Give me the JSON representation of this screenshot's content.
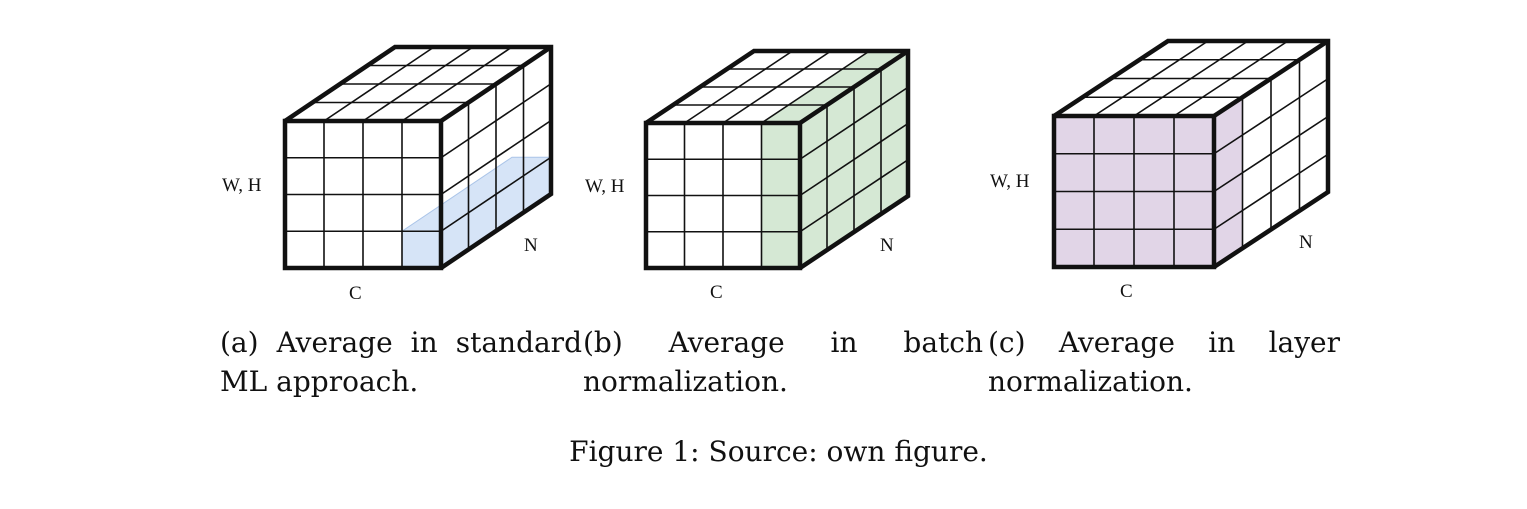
{
  "figure_caption": "Figure 1: Source: own figure.",
  "panels": [
    {
      "id": "a",
      "caption": "(a) Average in standard ML approach.",
      "labels": {
        "height": "W, H",
        "channels": "C",
        "batch": "N"
      },
      "highlight": "bottom-slab",
      "highlight_color": "#d6e4f7"
    },
    {
      "id": "b",
      "caption": "(b) Average in batch normalization.",
      "labels": {
        "height": "W, H",
        "channels": "C",
        "batch": "N"
      },
      "highlight": "channel-slice",
      "highlight_color": "#d5e8d4"
    },
    {
      "id": "c",
      "caption": "(c) Average in layer normalization.",
      "labels": {
        "height": "W, H",
        "channels": "C",
        "batch": "N"
      },
      "highlight": "front-face",
      "highlight_color": "#e1d5e7"
    }
  ]
}
